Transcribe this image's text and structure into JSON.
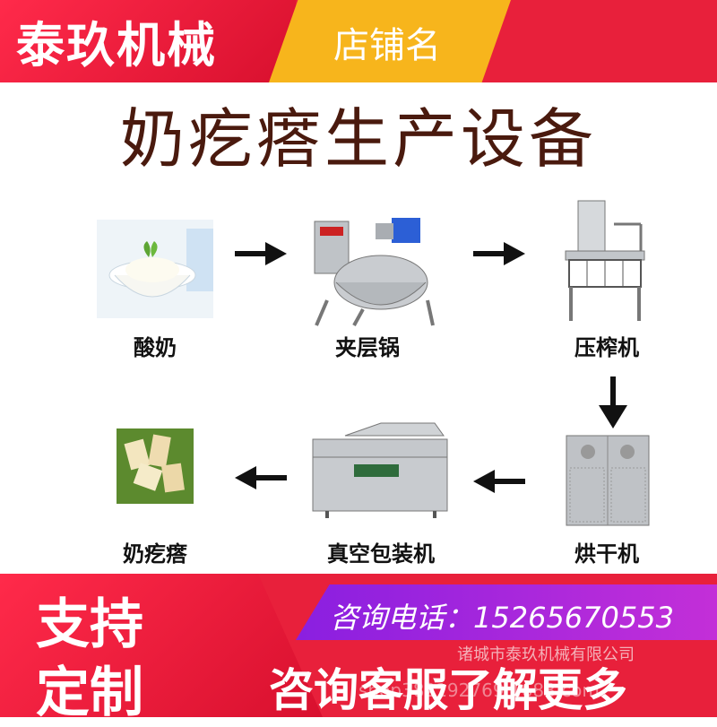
{
  "header": {
    "brand": "泰玖机械",
    "store_name": "店铺名"
  },
  "title": "奶疙瘩生产设备",
  "steps": [
    {
      "label": "酸奶",
      "icon": "yogurt-image"
    },
    {
      "label": "夹层锅",
      "icon": "jacketed-kettle-image"
    },
    {
      "label": "压榨机",
      "icon": "press-machine-image"
    },
    {
      "label": "烘干机",
      "icon": "dryer-image"
    },
    {
      "label": "真空包装机",
      "icon": "vacuum-packer-image"
    },
    {
      "label": "奶疙瘩",
      "icon": "cheese-curd-image"
    }
  ],
  "footer": {
    "support_line1": "支持",
    "support_line2": "定制",
    "phone": "咨询电话：15265670553",
    "company": "诸城市泰玖机械有限公司",
    "consult": "咨询客服了解更多",
    "watermark": "shop382192769.1688.com"
  },
  "colors": {
    "red": "#e8203b",
    "yellow": "#f7b51c",
    "purple": "#8a1fe0",
    "title": "#4a1a0e"
  }
}
